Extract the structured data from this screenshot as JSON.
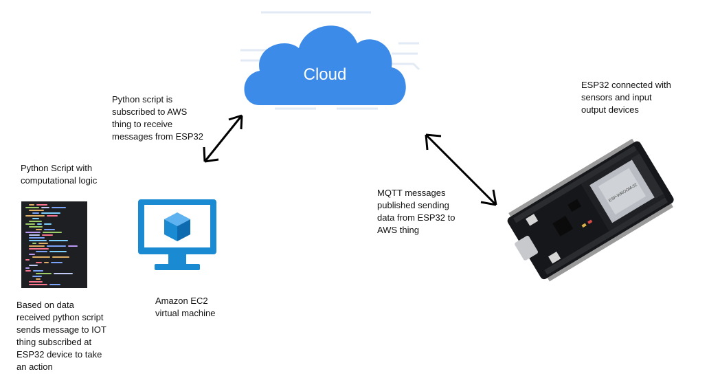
{
  "cloud": {
    "label": "Cloud",
    "color": "#3d8be8"
  },
  "python_sub_note": "Python script is\nsubscribed to AWS\nthing to receive\nmessages from ESP32",
  "esp32_note": "ESP32 connected with\nsensors and input\noutput devices",
  "python_script_label": "Python Script with\ncomputational logic",
  "mqtt_note": "MQTT messages\npublished sending\ndata from ESP32 to\nAWS thing",
  "ec2": {
    "label": "Amazon EC2\nvirtual machine",
    "color": "#1a8ad3",
    "icon": "monitor-with-cube-icon"
  },
  "action_note": "Based on data\nreceived python script\nsends message to IOT\nthing subscribed at\nESP32 device to take\nan action",
  "board": {
    "icon": "esp32-board-icon",
    "chip_text": "ESP-WROOM-32"
  }
}
